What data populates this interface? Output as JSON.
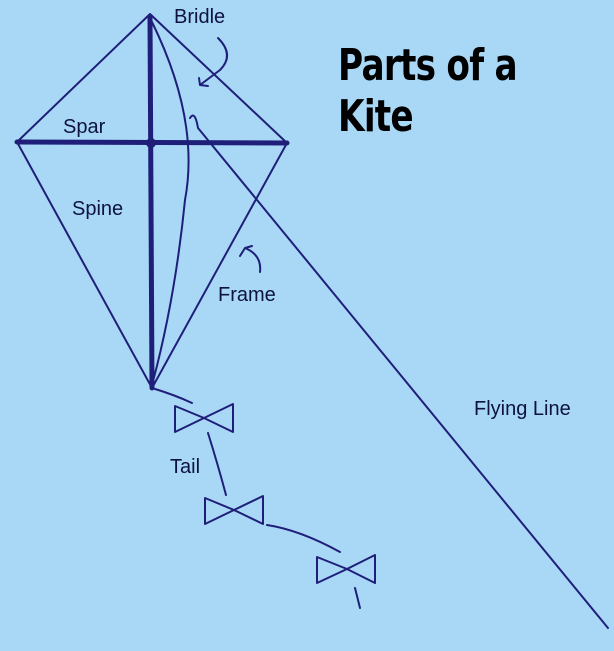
{
  "title": "Parts of a Kite",
  "labels": {
    "bridle": "Bridle",
    "spar": "Spar",
    "spine": "Spine",
    "frame": "Frame",
    "flying_line": "Flying Line",
    "tail": "Tail"
  },
  "colors": {
    "background": "#a9d8f7",
    "line": "#1f1f7a",
    "text": "#0d1240",
    "title": "#000000"
  }
}
